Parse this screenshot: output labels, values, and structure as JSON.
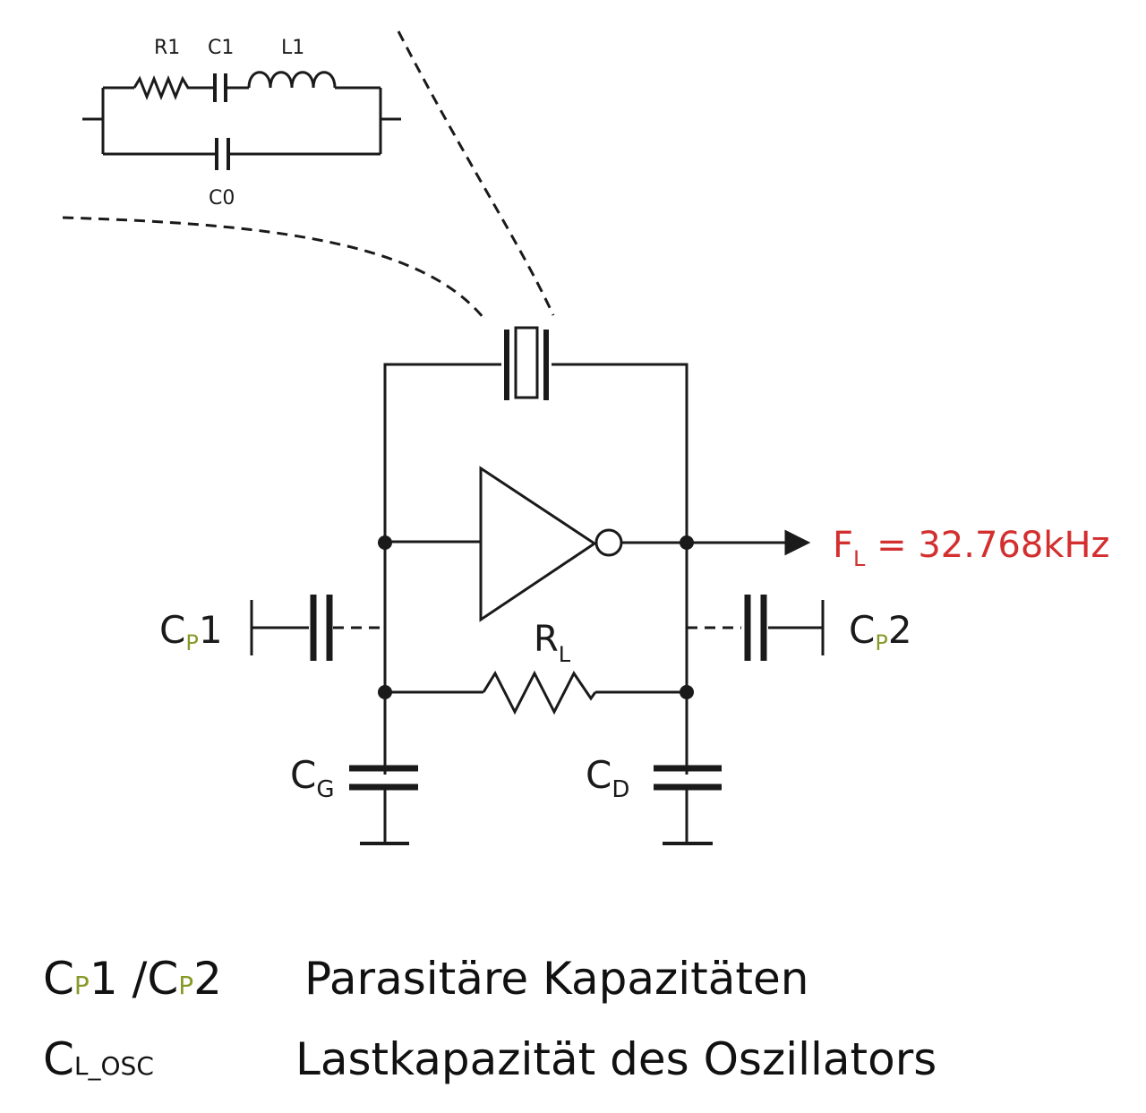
{
  "crystal_model": {
    "r1": "R1",
    "c1": "C1",
    "l1": "L1",
    "c0": "C0"
  },
  "labels": {
    "cp1_main": "C",
    "cp1_sub": "P",
    "cp1_suffix": "1",
    "cp2_main": "C",
    "cp2_sub": "P",
    "cp2_suffix": "2",
    "rl_main": "R",
    "rl_sub": "L",
    "cg_main": "C",
    "cg_sub": "G",
    "cd_main": "C",
    "cd_sub": "D",
    "fl_main": "F",
    "fl_sub": "L",
    "fl_value": " = 32.768kHz"
  },
  "colors": {
    "wire": "#1a1a1a",
    "output_label": "#d32f2f",
    "cp_subscript": "#8a9a2a"
  },
  "legend": {
    "row1_term": "C",
    "row1_term_sub": "P",
    "row1_term_mid": "1 /C",
    "row1_term_sub2": "P",
    "row1_term_end": "2",
    "row1_desc": "Parasitäre Kapazitäten",
    "row2_term": "C",
    "row2_term_sub": "L_OSC",
    "row2_desc": "Lastkapazität des Oszillators"
  }
}
